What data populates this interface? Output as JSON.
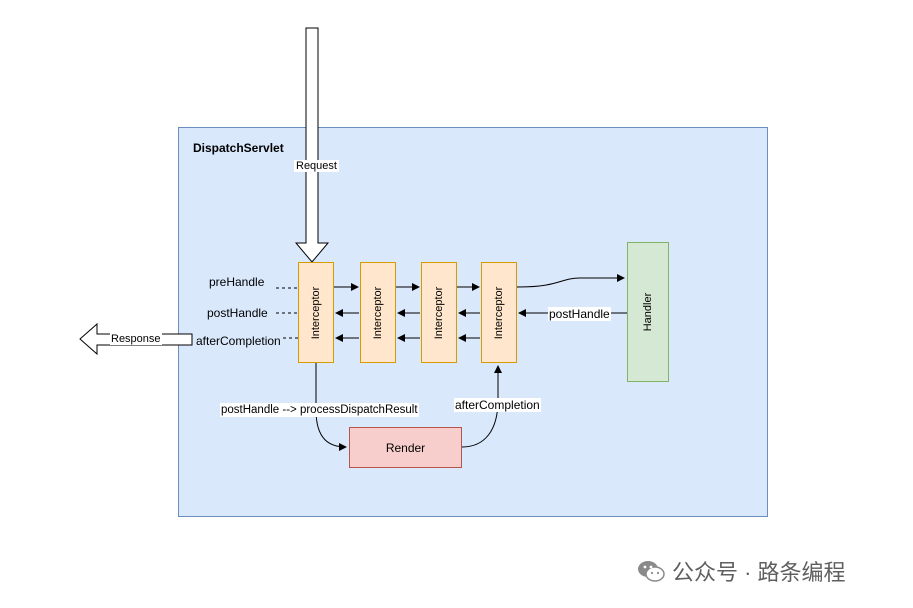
{
  "container": {
    "title": "DispatchServlet"
  },
  "labels": {
    "request": "Request",
    "response": "Response",
    "pre_handle": "preHandle",
    "post_handle": "postHandle",
    "after_completion": "afterCompletion",
    "handler_post_handle": "postHandle",
    "process_dispatch": "postHandle --> processDispatchResult",
    "render_after_completion": "afterCompletion"
  },
  "nodes": {
    "interceptors": [
      "Interceptor",
      "Interceptor",
      "Interceptor",
      "Interceptor"
    ],
    "handler": "Handler",
    "render": "Render"
  },
  "colors": {
    "container_fill": "#dae8fc",
    "container_stroke": "#6c8ebf",
    "interceptor_fill": "#ffe6cc",
    "interceptor_stroke": "#d79b00",
    "handler_fill": "#d5e8d4",
    "handler_stroke": "#82b366",
    "render_fill": "#f8cecc",
    "render_stroke": "#b85450"
  },
  "watermark": {
    "icon": "wechat-icon",
    "text": "公众号 · 路条编程"
  }
}
